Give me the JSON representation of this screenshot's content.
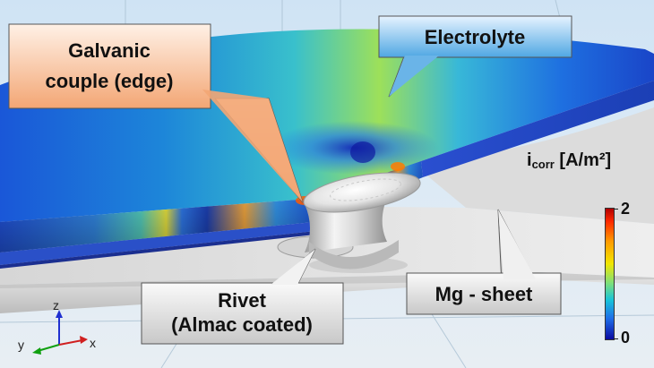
{
  "callouts": {
    "galvanic_line1": "Galvanic",
    "galvanic_line2": "couple (edge)",
    "electrolyte": "Electrolyte",
    "rivet_line1": "Rivet",
    "rivet_line2": "(Almac coated)",
    "mg_sheet": "Mg - sheet"
  },
  "legend": {
    "symbol": "i",
    "subscript": "corr",
    "units": " [A/m²]",
    "max_label": "2",
    "min_label": "0"
  },
  "triad": {
    "z": "z",
    "y": "y",
    "x": "x"
  },
  "colors": {
    "galvanic_callout_top": "#fff1e6",
    "galvanic_callout_bottom": "#f3a674",
    "electrolyte_callout_top": "#e6f3ff",
    "electrolyte_callout_bottom": "#4fa7e3",
    "grey_callout_top": "#fafafa",
    "grey_callout_bottom": "#c8c8c8",
    "axis_z": "#2030d0",
    "axis_y": "#10a010",
    "axis_x": "#d02020"
  }
}
